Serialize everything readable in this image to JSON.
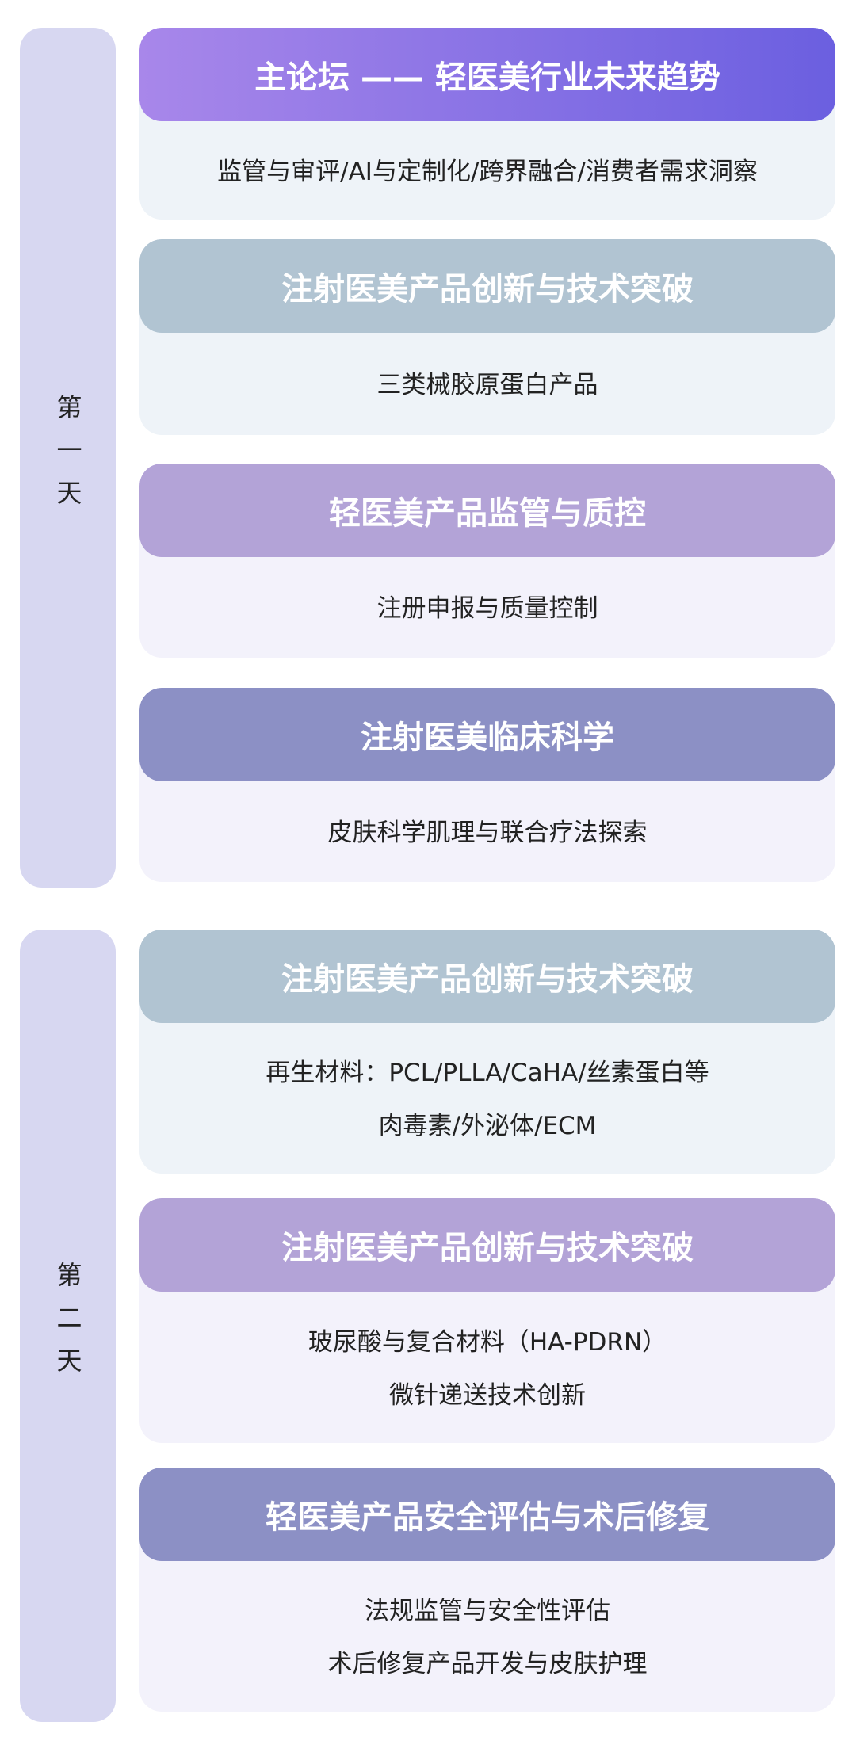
{
  "days": [
    {
      "label": "第一天"
    },
    {
      "label": "第二天"
    }
  ],
  "sessions": [
    {
      "title": "主论坛 —— 轻医美行业未来趋势",
      "lines": [
        "监管与审评/AI与定制化/跨界融合/消费者需求洞察"
      ]
    },
    {
      "title": "注射医美产品创新与技术突破",
      "lines": [
        "三类械胶原蛋白产品"
      ]
    },
    {
      "title": "轻医美产品监管与质控",
      "lines": [
        "注册申报与质量控制"
      ]
    },
    {
      "title": "注射医美临床科学",
      "lines": [
        "皮肤科学肌理与联合疗法探索"
      ]
    },
    {
      "title": "注射医美产品创新与技术突破",
      "lines": [
        "再生材料：PCL/PLLA/CaHA/丝素蛋白等",
        "肉毒素/外泌体/ECM"
      ]
    },
    {
      "title": "注射医美产品创新与技术突破",
      "lines": [
        "玻尿酸与复合材料（HA-PDRN）",
        "微针递送技术创新"
      ]
    },
    {
      "title": "轻医美产品安全评估与术后修复",
      "lines": [
        "法规监管与安全性评估",
        "术后修复产品开发与皮肤护理"
      ]
    }
  ],
  "colors": {
    "gradient_start": "#a887ea",
    "gradient_end": "#6b5fe0",
    "blue": "#b1c4d2",
    "lavender": "#b3a3d7",
    "slate": "#8c90c5",
    "day_bg": "#d7d7f1"
  }
}
